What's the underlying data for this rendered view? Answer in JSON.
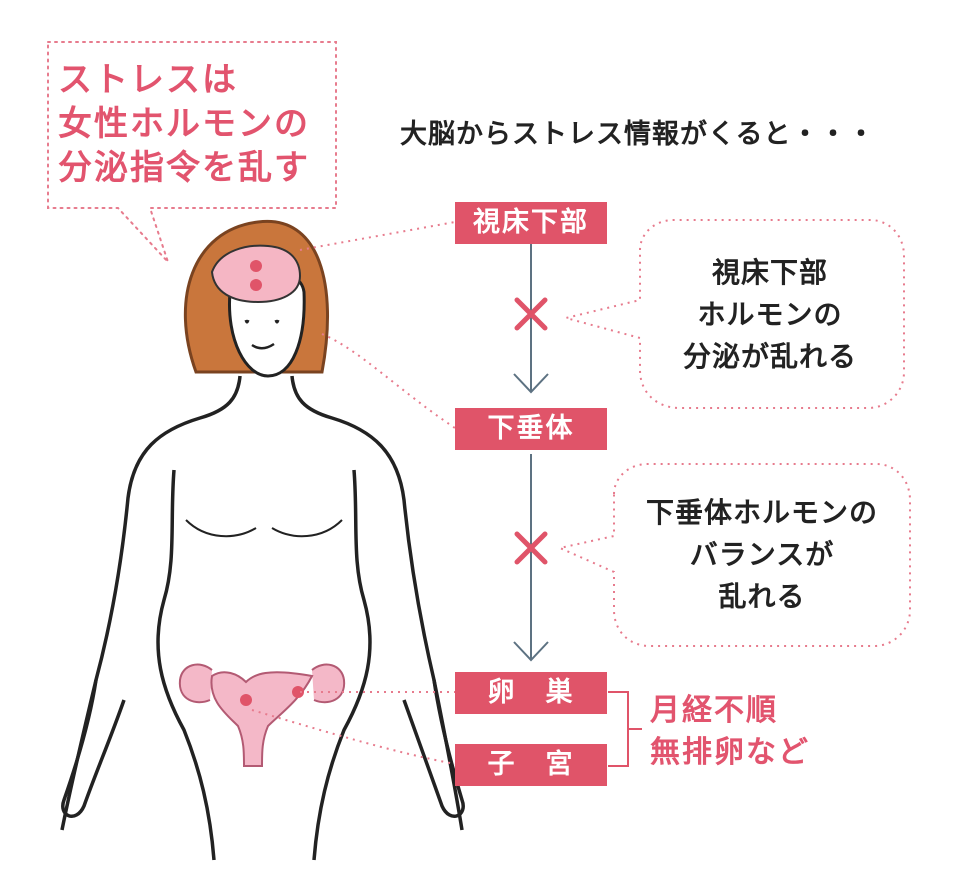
{
  "callout": {
    "line1": "ストレスは",
    "line2": "女性ホルモンの",
    "line3": "分泌指令を乱す"
  },
  "intro": "大脳からストレス情報がくると・・・",
  "nodes": {
    "hypothalamus": "視床下部",
    "pituitary": "下垂体",
    "ovary": "卵　巣",
    "uterus": "子　宮"
  },
  "bubble1": {
    "line1": "視床下部",
    "line2": "ホルモンの",
    "line3": "分泌が乱れる"
  },
  "bubble2": {
    "line1": "下垂体ホルモンの",
    "line2": "バランスが",
    "line3": "乱れる"
  },
  "result": {
    "line1": "月経不順",
    "line2": "無排卵など"
  },
  "colors": {
    "accent": "#e05469",
    "hair": "#c9763c",
    "brain": "#f5b6c4",
    "arrow": "#5d7282",
    "organ": "#f4b8c8"
  }
}
